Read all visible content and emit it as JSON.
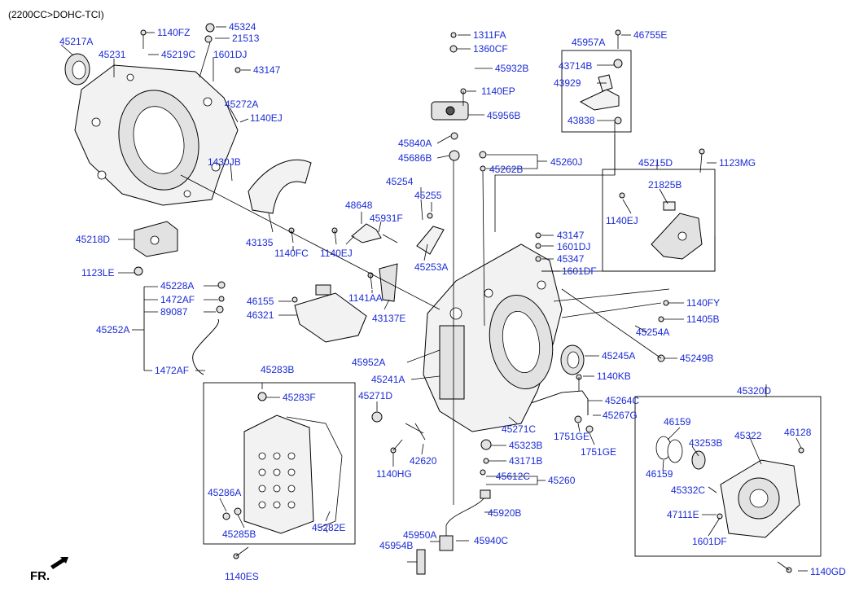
{
  "header": {
    "title": "(2200CC>DOHC-TCI)"
  },
  "direction_marker": "FR.",
  "colors": {
    "label": "#1a2bd6",
    "line": "#000000",
    "part_fill": "#f2f2f2"
  },
  "part_labels": {
    "p45217A": "45217A",
    "p45231": "45231",
    "p1140FZ": "1140FZ",
    "p45219C": "45219C",
    "p45324": "45324",
    "p21513": "21513",
    "p1601DJ_a": "1601DJ",
    "p43147_a": "43147",
    "p45272A": "45272A",
    "p1140EJ_a": "1140EJ",
    "p1430JB": "1430JB",
    "p45218D": "45218D",
    "p1123LE": "1123LE",
    "p43135": "43135",
    "p1140FC": "1140FC",
    "p1311FA": "1311FA",
    "p1360CF": "1360CF",
    "p45932B": "45932B",
    "p1140EP": "1140EP",
    "p45956B": "45956B",
    "p45840A": "45840A",
    "p45686B": "45686B",
    "p45957A": "45957A",
    "p46755E": "46755E",
    "p43714B": "43714B",
    "p43929": "43929",
    "p43838": "43838",
    "p45260J": "45260J",
    "p45262B": "45262B",
    "p45254": "45254",
    "p45255": "45255",
    "p48648": "48648",
    "p45931F": "45931F",
    "p1140EJ_b": "1140EJ",
    "p45253A": "45253A",
    "p45215D": "45215D",
    "p1123MG": "1123MG",
    "p21825B": "21825B",
    "p1140EJ_c": "1140EJ",
    "p43147_b": "43147",
    "p1601DJ_b": "1601DJ",
    "p45347": "45347",
    "p1601DF_a": "1601DF",
    "p45228A": "45228A",
    "p1472AF_a": "1472AF",
    "p89087": "89087",
    "p45252A": "45252A",
    "p1472AF_b": "1472AF",
    "p46155": "46155",
    "p46321": "46321",
    "p1141AA": "1141AA",
    "p43137E": "43137E",
    "p1140FY": "1140FY",
    "p11405B": "11405B",
    "p45254A": "45254A",
    "p45249B": "45249B",
    "p45245A": "45245A",
    "p45952A": "45952A",
    "p45241A": "45241A",
    "p1140KB": "1140KB",
    "p45283B": "45283B",
    "p45283F": "45283F",
    "p45271D": "45271D",
    "p45264C": "45264C",
    "p45267G": "45267G",
    "p45271C": "45271C",
    "p1751GE_a": "1751GE",
    "p1751GE_b": "1751GE",
    "p45323B": "45323B",
    "p42620": "42620",
    "p1140HG": "1140HG",
    "p43171B": "43171B",
    "p45612C": "45612C",
    "p45260": "45260",
    "p45320D": "45320D",
    "p46159_a": "46159",
    "p45322": "45322",
    "p46128": "46128",
    "p43253B": "43253B",
    "p46159_b": "46159",
    "p45332C": "45332C",
    "p47111E": "47111E",
    "p1601DF_b": "1601DF",
    "p45286A": "45286A",
    "p45285B": "45285B",
    "p45282E": "45282E",
    "p45920B": "45920B",
    "p45950A": "45950A",
    "p45940C": "45940C",
    "p45954B": "45954B",
    "p1140ES": "1140ES",
    "p1140GD": "1140GD"
  }
}
